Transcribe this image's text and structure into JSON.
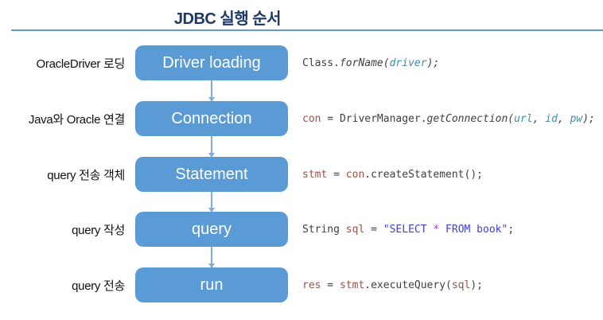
{
  "title": "JDBC 실행 순서",
  "colors": {
    "title": "#1F3864",
    "rule": "#5B9BD5",
    "box": "#5B9BD5",
    "arrow": "#85ADDC",
    "code_plain": "#3F3F3F",
    "code_var": "#9E5044",
    "code_param": "#418E9E",
    "code_string": "#3E3ED9",
    "code_star": "#A43ED9"
  },
  "icons": {
    "down_arrow": "down-arrow-icon"
  },
  "rows": [
    {
      "label": "OracleDriver 로딩",
      "box": "Driver loading",
      "code": [
        {
          "t": "Class.",
          "s": "plain"
        },
        {
          "t": "forName(",
          "s": "plain-italic"
        },
        {
          "t": "driver",
          "s": "param"
        },
        {
          "t": ");",
          "s": "plain-italic"
        }
      ]
    },
    {
      "label": "Java와 Oracle 연결",
      "box": "Connection",
      "code": [
        {
          "t": "con",
          "s": "var"
        },
        {
          "t": " = DriverManager.",
          "s": "plain"
        },
        {
          "t": "getConnection(",
          "s": "plain-italic"
        },
        {
          "t": "url",
          "s": "param"
        },
        {
          "t": ", ",
          "s": "plain-italic"
        },
        {
          "t": "id",
          "s": "param"
        },
        {
          "t": ", ",
          "s": "plain-italic"
        },
        {
          "t": "pw",
          "s": "param"
        },
        {
          "t": ");",
          "s": "plain-italic"
        }
      ]
    },
    {
      "label": "query 전송 객체",
      "box": "Statement",
      "code": [
        {
          "t": "stmt",
          "s": "var"
        },
        {
          "t": " = ",
          "s": "plain"
        },
        {
          "t": "con",
          "s": "var"
        },
        {
          "t": ".createStatement();",
          "s": "plain"
        }
      ]
    },
    {
      "label": "query 작성",
      "box": "query",
      "code": [
        {
          "t": "String ",
          "s": "plain"
        },
        {
          "t": "sql",
          "s": "var"
        },
        {
          "t": " = ",
          "s": "plain"
        },
        {
          "t": "\"SELECT ",
          "s": "string"
        },
        {
          "t": "*",
          "s": "star"
        },
        {
          "t": " FROM book\"",
          "s": "string"
        },
        {
          "t": ";",
          "s": "plain"
        }
      ]
    },
    {
      "label": "query 전송",
      "box": "run",
      "code": [
        {
          "t": "res",
          "s": "var"
        },
        {
          "t": " = ",
          "s": "plain"
        },
        {
          "t": "stmt",
          "s": "var"
        },
        {
          "t": ".executeQuery(",
          "s": "plain"
        },
        {
          "t": "sql",
          "s": "var"
        },
        {
          "t": ");",
          "s": "plain"
        }
      ]
    }
  ]
}
